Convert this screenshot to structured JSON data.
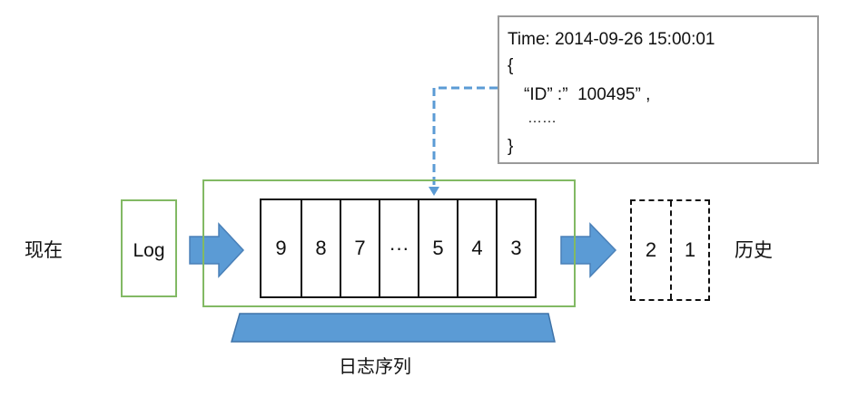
{
  "labels": {
    "now": "现在",
    "history": "历史",
    "sequence": "日志序列",
    "log": "Log"
  },
  "queue_cells": [
    "9",
    "8",
    "7",
    "···",
    "5",
    "4",
    "3"
  ],
  "history_cells": [
    "2",
    "1"
  ],
  "record": {
    "time_line": "Time: 2014-09-26 15:00:01",
    "open_brace": "{",
    "id_line": "“ID” :”  100495” ,",
    "ellipsis": "……",
    "close_brace": "}"
  },
  "colors": {
    "arrow_fill": "#5b9bd5",
    "arrow_stroke": "#4a80b8",
    "box_border": "#82b964",
    "record_border": "#9a9a9a",
    "connector": "#5b9bd5"
  }
}
